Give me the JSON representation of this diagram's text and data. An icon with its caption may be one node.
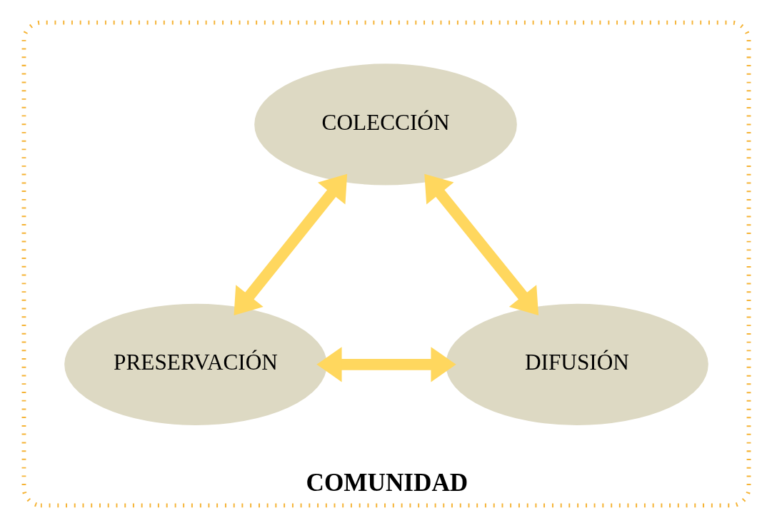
{
  "diagram": {
    "nodes": [
      {
        "text": [
          "COMUNIDAD"
        ]
      },
      {
        "text": [
          "COLECCIÓN"
        ],
        "in": 0
      },
      {
        "text": [
          "PRESERVACIÓN"
        ],
        "in": 0
      },
      {
        "text": [
          "DIFUSIÓN"
        ],
        "in": 0
      }
    ],
    "edges": [
      {
        "from": 1,
        "to": 2,
        "arrow": "both"
      },
      {
        "from": 1,
        "to": 3,
        "arrow": "both"
      },
      {
        "from": 2,
        "to": 3,
        "arrow": "both"
      }
    ]
  }
}
